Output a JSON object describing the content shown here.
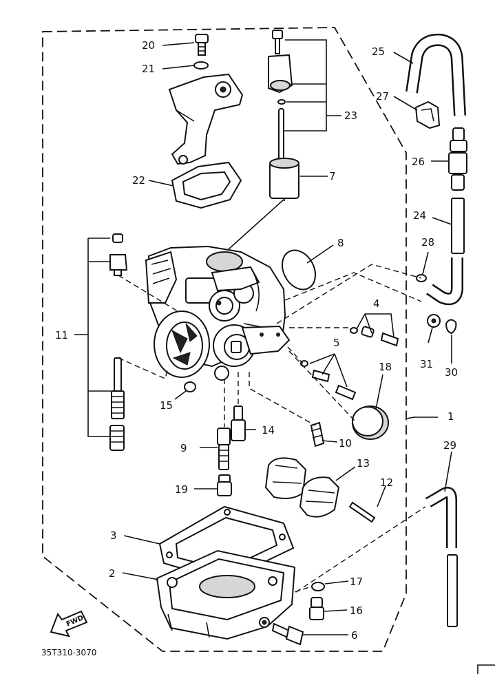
{
  "diagram": {
    "figure_code": "35T310-3070",
    "fwd_label": "FWD",
    "callouts": [
      {
        "id": "c1",
        "text": "1"
      },
      {
        "id": "c2",
        "text": "2"
      },
      {
        "id": "c3",
        "text": "3"
      },
      {
        "id": "c4",
        "text": "4"
      },
      {
        "id": "c5",
        "text": "5"
      },
      {
        "id": "c6",
        "text": "6"
      },
      {
        "id": "c7",
        "text": "7"
      },
      {
        "id": "c8",
        "text": "8"
      },
      {
        "id": "c9",
        "text": "9"
      },
      {
        "id": "c10",
        "text": "10"
      },
      {
        "id": "c11",
        "text": "11"
      },
      {
        "id": "c12",
        "text": "12"
      },
      {
        "id": "c13",
        "text": "13"
      },
      {
        "id": "c14",
        "text": "14"
      },
      {
        "id": "c15",
        "text": "15"
      },
      {
        "id": "c16",
        "text": "16"
      },
      {
        "id": "c17",
        "text": "17"
      },
      {
        "id": "c18",
        "text": "18"
      },
      {
        "id": "c19",
        "text": "19"
      },
      {
        "id": "c20",
        "text": "20"
      },
      {
        "id": "c21",
        "text": "21"
      },
      {
        "id": "c22",
        "text": "22"
      },
      {
        "id": "c23",
        "text": "23"
      },
      {
        "id": "c24",
        "text": "24"
      },
      {
        "id": "c25",
        "text": "25"
      },
      {
        "id": "c26",
        "text": "26"
      },
      {
        "id": "c27",
        "text": "27"
      },
      {
        "id": "c28",
        "text": "28"
      },
      {
        "id": "c29",
        "text": "29"
      },
      {
        "id": "c30",
        "text": "30"
      },
      {
        "id": "c31",
        "text": "31"
      }
    ]
  }
}
